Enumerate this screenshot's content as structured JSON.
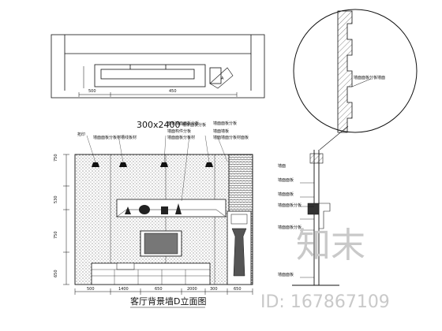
{
  "drawing": {
    "title": "客厅背景墙D立面图",
    "panel_spec": "300x2400",
    "panel_spec_suffix": "槽条面板分板",
    "leader_labels": {
      "top_a": "拓印",
      "top_b": "墙面面板分板材槽线板材",
      "top_c": "面板墙面面板分板",
      "top_d": "墙面构件分板",
      "top_e": "墙面面板分板材",
      "top_f": "墙面面板分板",
      "top_g": "墙面墙板",
      "top_h": "墙面墙面分板材面板"
    },
    "side_labels": [
      "墙面",
      "墙面面板",
      "墙面面板",
      "墙面面板分板",
      "墙面面板分板",
      "墙面面板"
    ],
    "detail_label": "墙面面板分板墙面",
    "vertical_dims": [
      "750",
      "530",
      "750",
      "650"
    ],
    "horizontal_dims": [
      "500",
      "1400",
      "650",
      "2000",
      "300",
      "650"
    ],
    "plan_dims": [
      "500",
      "450"
    ],
    "watermark": {
      "brand": "知末",
      "id": "ID: 167867109"
    }
  }
}
